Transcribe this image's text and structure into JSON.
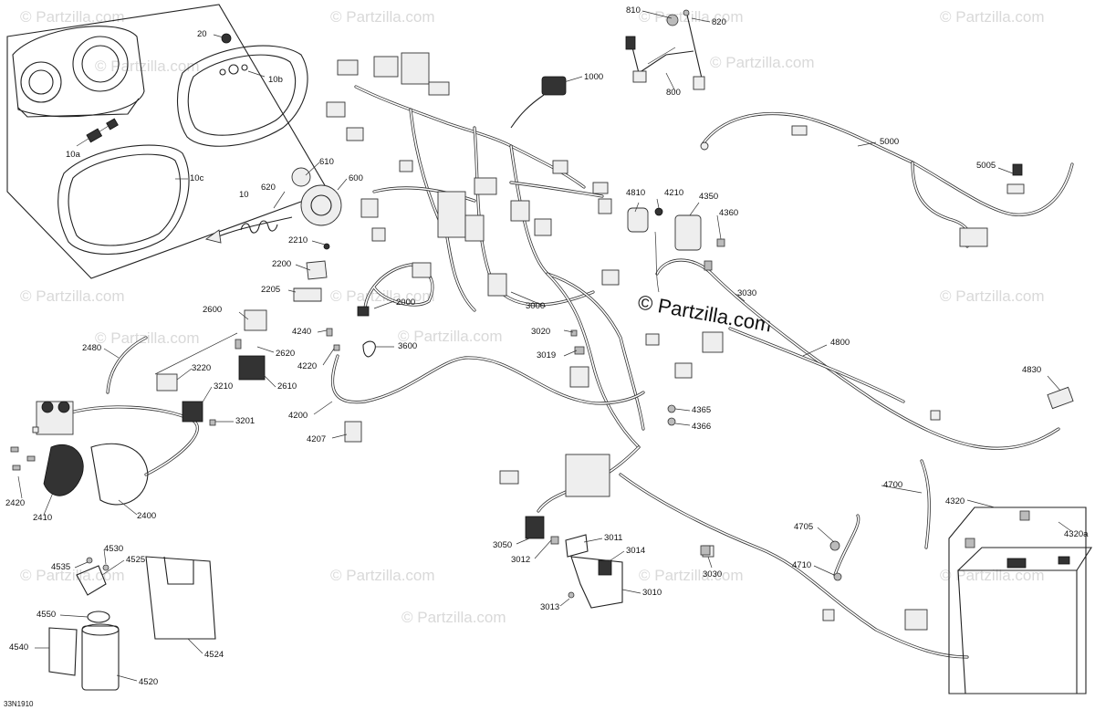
{
  "diagram": {
    "drawing_id": "33N1910",
    "watermark_text": "© Partzilla.com",
    "watermark_brand": "© Partzilla.com",
    "callouts": [
      {
        "id": "c20",
        "label": "20"
      },
      {
        "id": "c10b",
        "label": "10b"
      },
      {
        "id": "c10a",
        "label": "10a"
      },
      {
        "id": "c10c",
        "label": "10c"
      },
      {
        "id": "c10",
        "label": "10"
      },
      {
        "id": "c620",
        "label": "620"
      },
      {
        "id": "c610",
        "label": "610"
      },
      {
        "id": "c600",
        "label": "600"
      },
      {
        "id": "c2210",
        "label": "2210"
      },
      {
        "id": "c2200",
        "label": "2200"
      },
      {
        "id": "c2205",
        "label": "2205"
      },
      {
        "id": "c2000",
        "label": "2000"
      },
      {
        "id": "c810",
        "label": "810"
      },
      {
        "id": "c820",
        "label": "820"
      },
      {
        "id": "c800",
        "label": "800"
      },
      {
        "id": "c1000",
        "label": "1000"
      },
      {
        "id": "c5000",
        "label": "5000"
      },
      {
        "id": "c5005",
        "label": "5005"
      },
      {
        "id": "c4810",
        "label": "4810"
      },
      {
        "id": "c4210",
        "label": "4210"
      },
      {
        "id": "c4350",
        "label": "4350"
      },
      {
        "id": "c4360",
        "label": "4360"
      },
      {
        "id": "c3030a",
        "label": "3030"
      },
      {
        "id": "c3000",
        "label": "3000"
      },
      {
        "id": "c3020",
        "label": "3020"
      },
      {
        "id": "c3019",
        "label": "3019"
      },
      {
        "id": "c4800",
        "label": "4800"
      },
      {
        "id": "c4830",
        "label": "4830"
      },
      {
        "id": "c2600",
        "label": "2600"
      },
      {
        "id": "c2480",
        "label": "2480"
      },
      {
        "id": "c2620",
        "label": "2620"
      },
      {
        "id": "c3220",
        "label": "3220"
      },
      {
        "id": "c2610",
        "label": "2610"
      },
      {
        "id": "c3210",
        "label": "3210"
      },
      {
        "id": "c3201",
        "label": "3201"
      },
      {
        "id": "c4240",
        "label": "4240"
      },
      {
        "id": "c4220",
        "label": "4220"
      },
      {
        "id": "c3600",
        "label": "3600"
      },
      {
        "id": "c4200",
        "label": "4200"
      },
      {
        "id": "c4207",
        "label": "4207"
      },
      {
        "id": "c4365",
        "label": "4365"
      },
      {
        "id": "c4366",
        "label": "4366"
      },
      {
        "id": "c2420",
        "label": "2420"
      },
      {
        "id": "c2410",
        "label": "2410"
      },
      {
        "id": "c2400",
        "label": "2400"
      },
      {
        "id": "c4700",
        "label": "4700"
      },
      {
        "id": "c4320",
        "label": "4320"
      },
      {
        "id": "c4320a",
        "label": "4320a"
      },
      {
        "id": "c4705",
        "label": "4705"
      },
      {
        "id": "c4710",
        "label": "4710"
      },
      {
        "id": "c3030b",
        "label": "3030"
      },
      {
        "id": "c3050",
        "label": "3050"
      },
      {
        "id": "c3012",
        "label": "3012"
      },
      {
        "id": "c3011",
        "label": "3011"
      },
      {
        "id": "c3014",
        "label": "3014"
      },
      {
        "id": "c3013",
        "label": "3013"
      },
      {
        "id": "c3010",
        "label": "3010"
      },
      {
        "id": "c4530",
        "label": "4530"
      },
      {
        "id": "c4535",
        "label": "4535"
      },
      {
        "id": "c4525",
        "label": "4525"
      },
      {
        "id": "c4550",
        "label": "4550"
      },
      {
        "id": "c4540",
        "label": "4540"
      },
      {
        "id": "c4520",
        "label": "4520"
      },
      {
        "id": "c4524",
        "label": "4524"
      }
    ]
  }
}
